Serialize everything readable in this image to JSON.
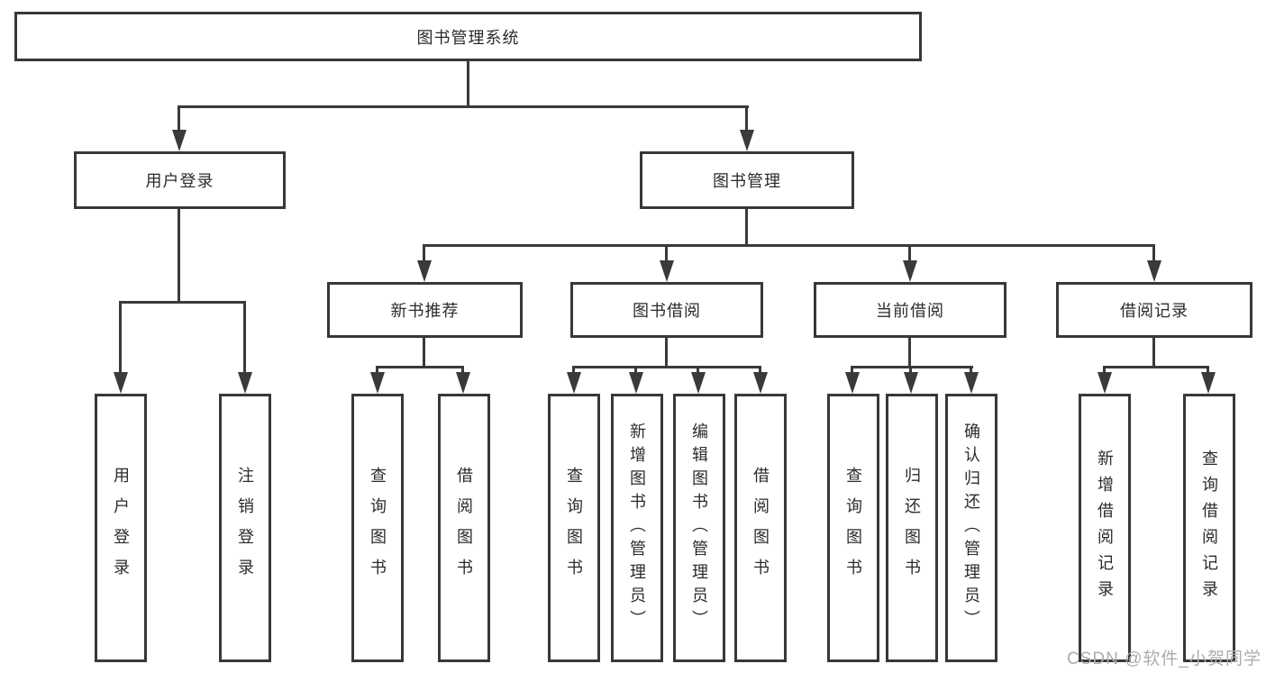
{
  "diagram": {
    "root": {
      "label": "图书管理系统"
    },
    "branches": [
      {
        "label": "用户登录",
        "children": [
          {
            "label": "用户登录"
          },
          {
            "label": "注销登录"
          }
        ]
      },
      {
        "label": "图书管理",
        "children": [
          {
            "label": "新书推荐",
            "children": [
              {
                "label": "查询图书"
              },
              {
                "label": "借阅图书"
              }
            ]
          },
          {
            "label": "图书借阅",
            "children": [
              {
                "label": "查询图书"
              },
              {
                "label": "新增图书（管理员）"
              },
              {
                "label": "编辑图书（管理员）"
              },
              {
                "label": "借阅图书"
              }
            ]
          },
          {
            "label": "当前借阅",
            "children": [
              {
                "label": "查询图书"
              },
              {
                "label": "归还图书"
              },
              {
                "label": "确认归还（管理员）"
              }
            ]
          },
          {
            "label": "借阅记录",
            "children": [
              {
                "label": "新增借阅记录"
              },
              {
                "label": "查询借阅记录"
              }
            ]
          }
        ]
      }
    ],
    "watermark": "CSDN @软件_小贺同学",
    "colors": {
      "line": "#3a3a3a",
      "border": "#383838",
      "text": "#2b2b2b",
      "watermark": "#b2aaaa",
      "background": "#ffffff"
    }
  }
}
